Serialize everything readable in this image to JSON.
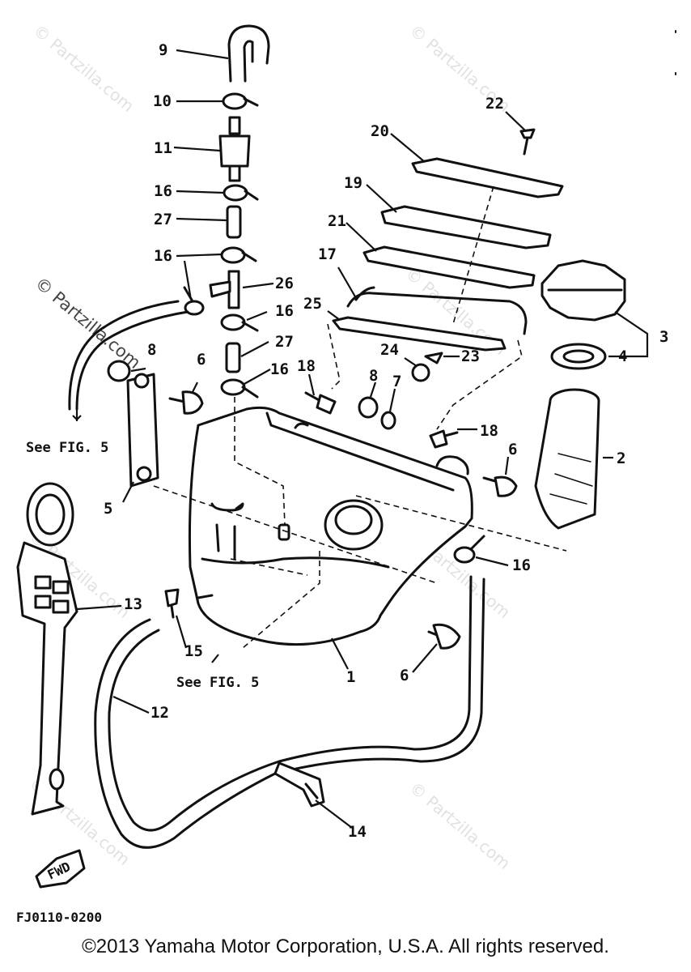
{
  "watermarks": [
    "© Partzilla.com",
    "© Partzilla.com",
    "© Partzilla.com",
    "© Partzilla.com",
    "© Partzilla.com",
    "© Partzilla.com",
    "© Partzilla.com"
  ],
  "main_watermark": "© Partzilla.com",
  "callouts": [
    {
      "id": "c9",
      "text": "9"
    },
    {
      "id": "c10",
      "text": "10"
    },
    {
      "id": "c11",
      "text": "11"
    },
    {
      "id": "c16a",
      "text": "16"
    },
    {
      "id": "c27a",
      "text": "27"
    },
    {
      "id": "c16b",
      "text": "16"
    },
    {
      "id": "c26",
      "text": "26"
    },
    {
      "id": "c16c",
      "text": "16"
    },
    {
      "id": "c27b",
      "text": "27"
    },
    {
      "id": "c16d",
      "text": "16"
    },
    {
      "id": "c18a",
      "text": "18"
    },
    {
      "id": "c8a",
      "text": "8"
    },
    {
      "id": "c6a",
      "text": "6"
    },
    {
      "id": "c17",
      "text": "17"
    },
    {
      "id": "c25",
      "text": "25"
    },
    {
      "id": "c24",
      "text": "24"
    },
    {
      "id": "c23",
      "text": "23"
    },
    {
      "id": "c8b",
      "text": "8"
    },
    {
      "id": "c7",
      "text": "7"
    },
    {
      "id": "c18b",
      "text": "18"
    },
    {
      "id": "c6b",
      "text": "6"
    },
    {
      "id": "c2",
      "text": "2"
    },
    {
      "id": "c3",
      "text": "3"
    },
    {
      "id": "c4",
      "text": "4"
    },
    {
      "id": "c22",
      "text": "22"
    },
    {
      "id": "c20",
      "text": "20"
    },
    {
      "id": "c19",
      "text": "19"
    },
    {
      "id": "c21",
      "text": "21"
    },
    {
      "id": "c5",
      "text": "5"
    },
    {
      "id": "c16e",
      "text": "16"
    },
    {
      "id": "c13",
      "text": "13"
    },
    {
      "id": "c15",
      "text": "15"
    },
    {
      "id": "c1",
      "text": "1"
    },
    {
      "id": "c6c",
      "text": "6"
    },
    {
      "id": "c12",
      "text": "12"
    },
    {
      "id": "c14",
      "text": "14"
    }
  ],
  "notes": {
    "see_fig_left": "See FIG. 5",
    "see_fig_bottom": "See FIG. 5"
  },
  "fwd_label": "FWD",
  "drawing_code": "FJ0110-0200",
  "copyright": "©2013 Yamaha Motor Corporation, U.S.A. All rights reserved."
}
